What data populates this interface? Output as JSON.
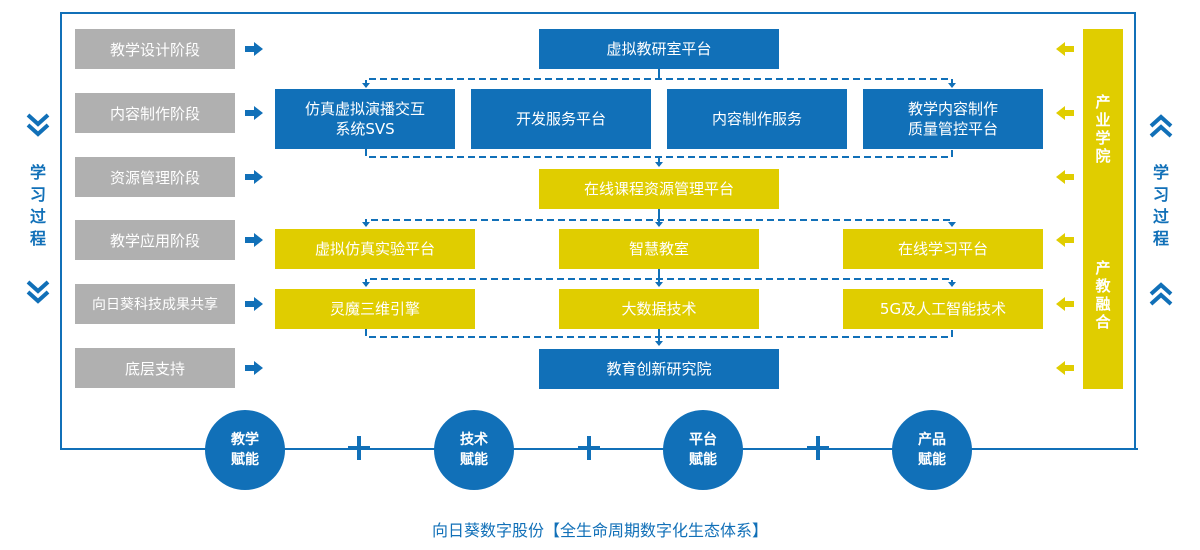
{
  "colors": {
    "blue": "#1170b8",
    "yellow": "#e0cd00",
    "gray": "#b0b0b0"
  },
  "side_labels": {
    "left": {
      "title": "学习过程",
      "chars": [
        "学",
        "习",
        "过",
        "程"
      ],
      "icon": "double-chevron-down-icon"
    },
    "right": {
      "title": "学习过程",
      "chars": [
        "学",
        "习",
        "过",
        "程"
      ],
      "icon": "double-chevron-up-icon"
    }
  },
  "stages": [
    {
      "label": "教学设计阶段"
    },
    {
      "label": "内容制作阶段"
    },
    {
      "label": "资源管理阶段"
    },
    {
      "label": "教学应用阶段"
    },
    {
      "label": "向日葵科技成果共享"
    },
    {
      "label": "底层支持"
    }
  ],
  "rows": {
    "design": [
      {
        "label": "虚拟教研室平台",
        "color": "blue"
      }
    ],
    "content": [
      {
        "line1": "仿真虚拟演播交互",
        "line2": "系统SVS",
        "color": "blue"
      },
      {
        "line1": "开发服务平台",
        "line2": "",
        "color": "blue"
      },
      {
        "line1": "内容制作服务",
        "line2": "",
        "color": "blue"
      },
      {
        "line1": "教学内容制作",
        "line2": "质量管控平台",
        "color": "blue"
      }
    ],
    "resource": [
      {
        "label": "在线课程资源管理平台",
        "color": "yellow"
      }
    ],
    "application": [
      {
        "label": "虚拟仿真实验平台",
        "color": "yellow"
      },
      {
        "label": "智慧教室",
        "color": "yellow"
      },
      {
        "label": "在线学习平台",
        "color": "yellow"
      }
    ],
    "tech": [
      {
        "label": "灵魔三维引擎",
        "color": "yellow"
      },
      {
        "label": "大数据技术",
        "color": "yellow"
      },
      {
        "label": "5G及人工智能技术",
        "color": "yellow"
      }
    ],
    "base": [
      {
        "label": "教育创新研究院",
        "color": "blue"
      }
    ]
  },
  "right_bar": {
    "top_label": [
      "产",
      "业",
      "学",
      "院"
    ],
    "bottom_label": [
      "产",
      "教",
      "融",
      "合"
    ]
  },
  "empowerment": [
    {
      "line1": "教学",
      "line2": "赋能"
    },
    {
      "line1": "技术",
      "line2": "赋能"
    },
    {
      "line1": "平台",
      "line2": "赋能"
    },
    {
      "line1": "产品",
      "line2": "赋能"
    }
  ],
  "caption": "向日葵数字股份【全生命周期数字化生态体系】"
}
